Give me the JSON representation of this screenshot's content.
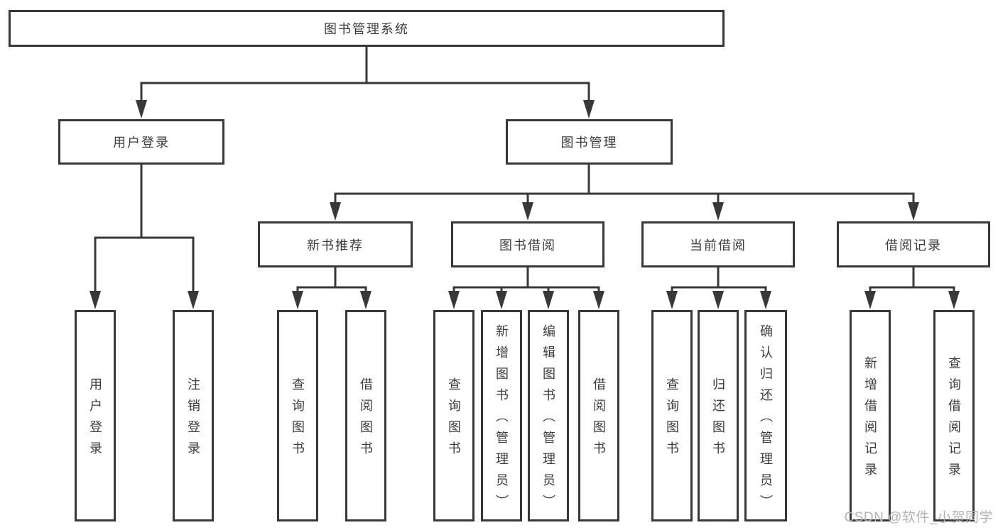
{
  "tree": {
    "root": {
      "label": "图书管理系统"
    },
    "branches": [
      {
        "label": "用户登录",
        "leaves": [
          {
            "label": "用户登录"
          },
          {
            "label": "注销登录"
          }
        ]
      },
      {
        "label": "图书管理",
        "sections": [
          {
            "label": "新书推荐",
            "leaves": [
              {
                "label": "查询图书"
              },
              {
                "label": "借阅图书"
              }
            ]
          },
          {
            "label": "图书借阅",
            "leaves": [
              {
                "label": "查询图书"
              },
              {
                "label": "新增图书（管理员）"
              },
              {
                "label": "编辑图书（管理员）"
              },
              {
                "label": "借阅图书"
              }
            ]
          },
          {
            "label": "当前借阅",
            "leaves": [
              {
                "label": "查询图书"
              },
              {
                "label": "归还图书"
              },
              {
                "label": "确认归还（管理员）"
              }
            ]
          },
          {
            "label": "借阅记录",
            "leaves": [
              {
                "label": "新增借阅记录"
              },
              {
                "label": "查询借阅记录"
              }
            ]
          }
        ]
      }
    ]
  },
  "watermark": {
    "text": "CSDN @软件_小贺同学",
    "color": "#b3b3b3"
  },
  "colors": {
    "line": "#383838",
    "box_border": "#383838",
    "text": "#3c3c3c",
    "background": "#ffffff"
  }
}
